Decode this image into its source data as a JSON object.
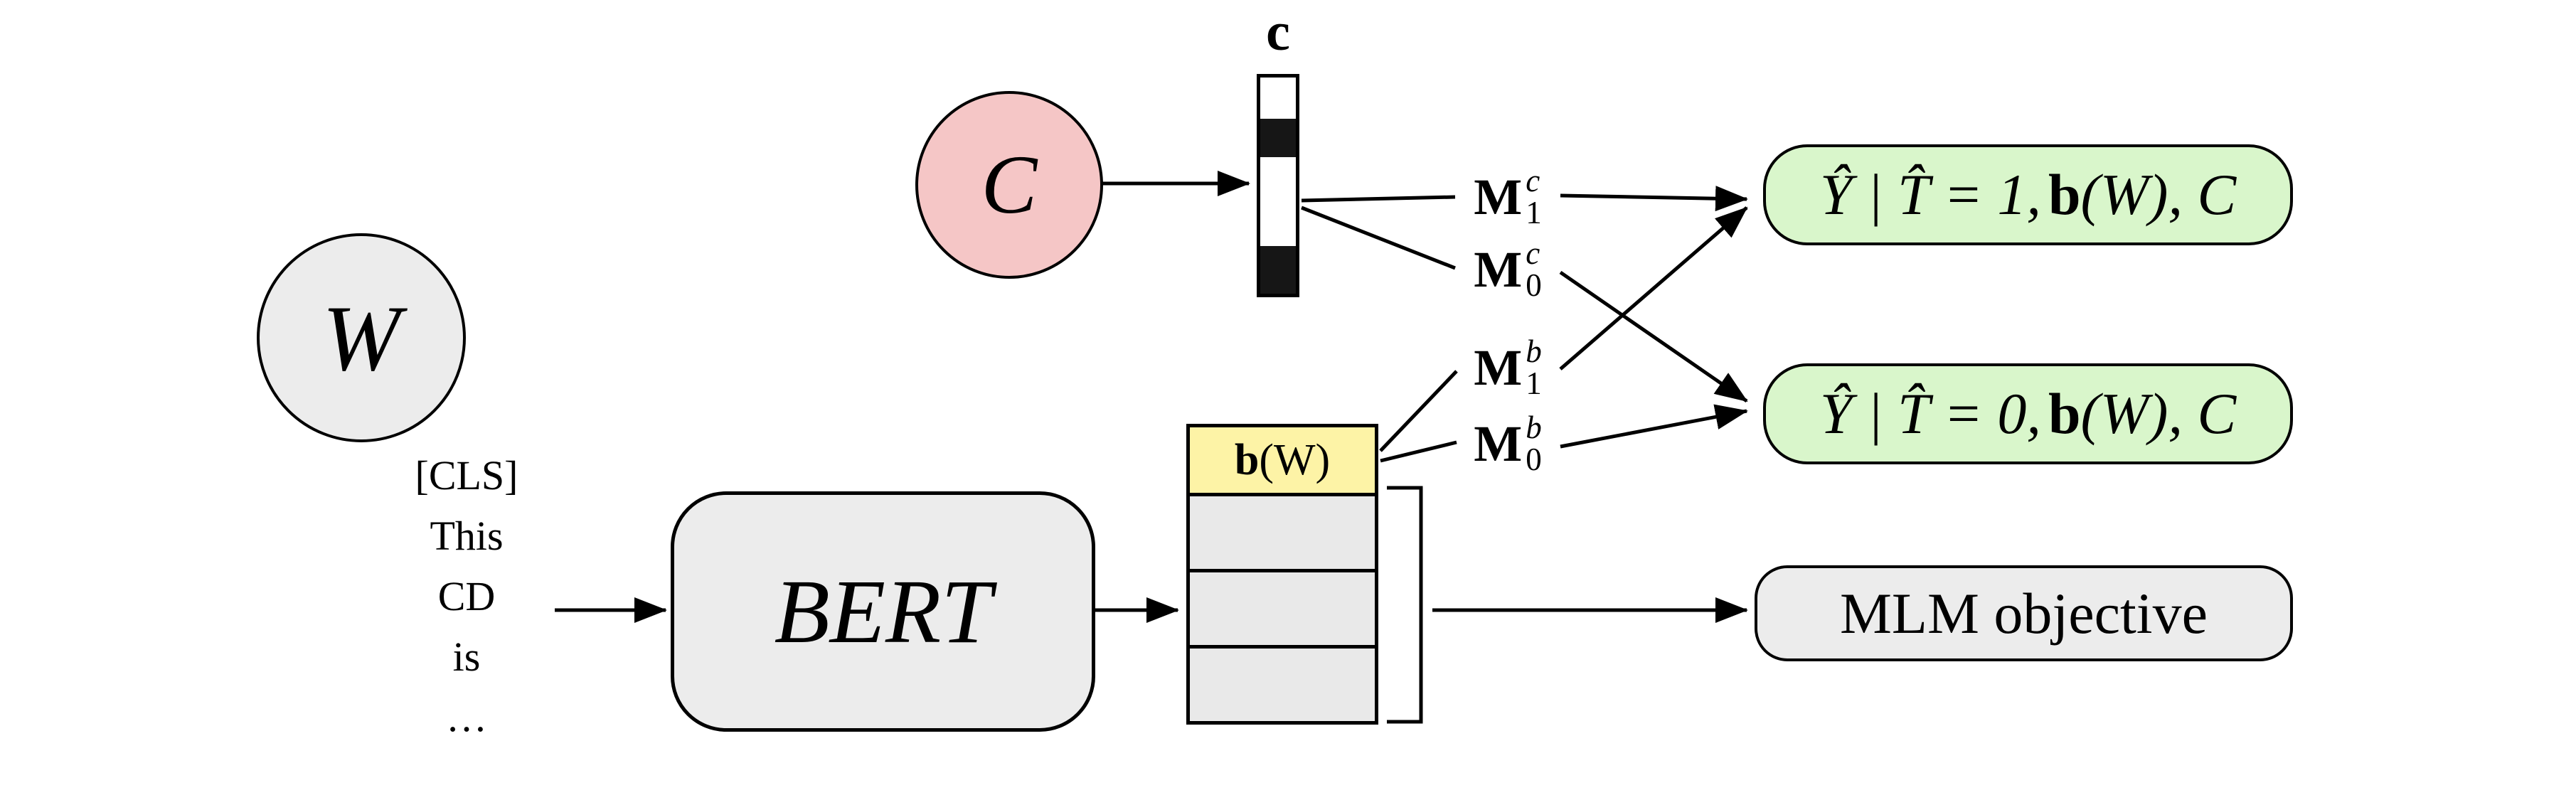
{
  "diagram": {
    "w_node": "W",
    "c_node": "C",
    "bert_label": "BERT",
    "tokens": [
      "[CLS]",
      "This",
      "CD",
      "is",
      "…"
    ],
    "c_vector": {
      "label": "c",
      "segments": [
        "#ffffff",
        "#161616",
        "#ffffff",
        "#161616"
      ],
      "fractions": [
        19,
        18,
        41,
        22
      ]
    },
    "bw_box": {
      "bold": "b",
      "rest": "(W)"
    },
    "matrix_labels": [
      {
        "base": "M",
        "sup": "c",
        "sub": "1"
      },
      {
        "base": "M",
        "sup": "c",
        "sub": "0"
      },
      {
        "base": "M",
        "sup": "b",
        "sub": "1"
      },
      {
        "base": "M",
        "sup": "b",
        "sub": "0"
      }
    ],
    "outcome_boxes": [
      {
        "pre": "Ŷ | T̂ = 1,",
        "bold": "b",
        "post": "(W), C"
      },
      {
        "pre": "Ŷ | T̂ = 0,",
        "bold": "b",
        "post": "(W), C"
      }
    ],
    "mlm_label": "MLM objective",
    "colors": {
      "node_gray": "#ececec",
      "treatment_pink": "#f5c6c6",
      "embedding_yellow": "#fdf3a6",
      "outcome_green": "#d9f6cb",
      "stroke": "#000000"
    }
  }
}
